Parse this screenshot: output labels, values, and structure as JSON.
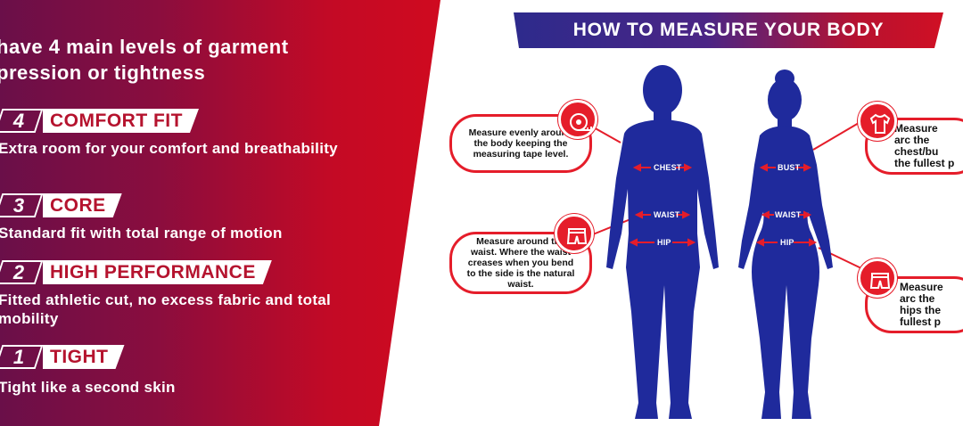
{
  "left": {
    "intro": "have 4 main levels of garment pression or tightness",
    "levels": [
      {
        "number": "4",
        "name": "COMFORT FIT",
        "description": "Extra room for your comfort and breathability"
      },
      {
        "number": "3",
        "name": "CORE",
        "description": "Standard fit with total range of motion"
      },
      {
        "number": "2",
        "name": "HIGH PERFORMANCE",
        "description": "Fitted athletic cut, no excess fabric and total mobility"
      },
      {
        "number": "1",
        "name": "TIGHT",
        "description": "Tight like a second skin"
      }
    ]
  },
  "right": {
    "title": "HOW TO MEASURE YOUR BODY",
    "callouts": {
      "chest_left": "Measure evenly around the body keeping the measuring tape level.",
      "waist_left": "Measure around the waist. Where the waist creases when you bend to the side is the natural waist.",
      "bust_right": "Measure arc the chest/bu the fullest p",
      "hips_right": "Measure arc the hips the fullest p"
    },
    "labels": {
      "male_chest": "CHEST",
      "male_waist": "WAIST",
      "male_hip": "HIP",
      "female_bust": "BUST",
      "female_waist": "WAIST",
      "female_hip": "HIP"
    }
  },
  "colors": {
    "accent_red": "#e51d2a",
    "figure_blue": "#1f2a9c",
    "panel_red": "#c40a25",
    "panel_purple": "#6a0f49"
  },
  "icons": [
    "tape-measure-icon",
    "shorts-icon",
    "shirt-icon",
    "shorts-icon"
  ]
}
